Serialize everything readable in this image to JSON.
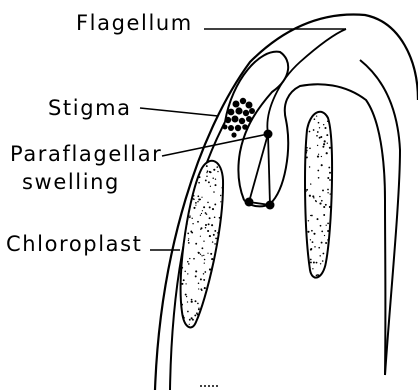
{
  "labels": {
    "flagellum": "Flagellum",
    "stigma": "Stigma",
    "paraflagellar_line1": "Paraflagellar",
    "paraflagellar_line2": "swelling",
    "chloroplast": "Chloroplast"
  },
  "colors": {
    "ink": "#000000",
    "background": "#ffffff"
  }
}
